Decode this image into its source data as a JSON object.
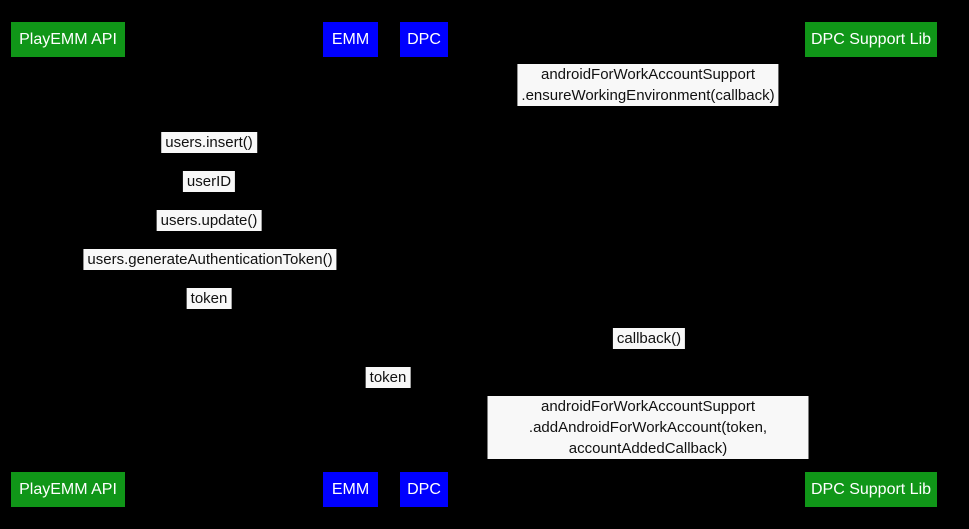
{
  "diagram": {
    "type": "sequence-diagram",
    "background_color": "#000000",
    "colors": {
      "actor_green": "#109618",
      "actor_blue": "#0000ff",
      "actor_text": "#ffffff",
      "message_background": "#f8f8f8",
      "message_text": "#111111"
    },
    "participants": [
      {
        "id": "playemm-api",
        "label": "PlayEMM API",
        "color": "#109618"
      },
      {
        "id": "emm",
        "label": "EMM",
        "color": "#0000ff"
      },
      {
        "id": "dpc",
        "label": "DPC",
        "color": "#0000ff"
      },
      {
        "id": "dpc-support-lib",
        "label": "DPC Support Lib",
        "color": "#109618"
      }
    ],
    "messages": [
      {
        "id": "ensure-working-environment",
        "text": "androidForWorkAccountSupport\n.ensureWorkingEnvironment(callback)"
      },
      {
        "id": "users-insert",
        "text": "users.insert()"
      },
      {
        "id": "user-id",
        "text": "userID"
      },
      {
        "id": "users-update",
        "text": "users.update()"
      },
      {
        "id": "users-generate-authentication-token",
        "text": "users.generateAuthenticationToken()"
      },
      {
        "id": "token-1",
        "text": "token"
      },
      {
        "id": "callback",
        "text": "callback()"
      },
      {
        "id": "token-2",
        "text": "token"
      },
      {
        "id": "add-android-for-work-account",
        "text": "androidForWorkAccountSupport\n.addAndroidForWorkAccount(token, accountAddedCallback)"
      }
    ]
  }
}
